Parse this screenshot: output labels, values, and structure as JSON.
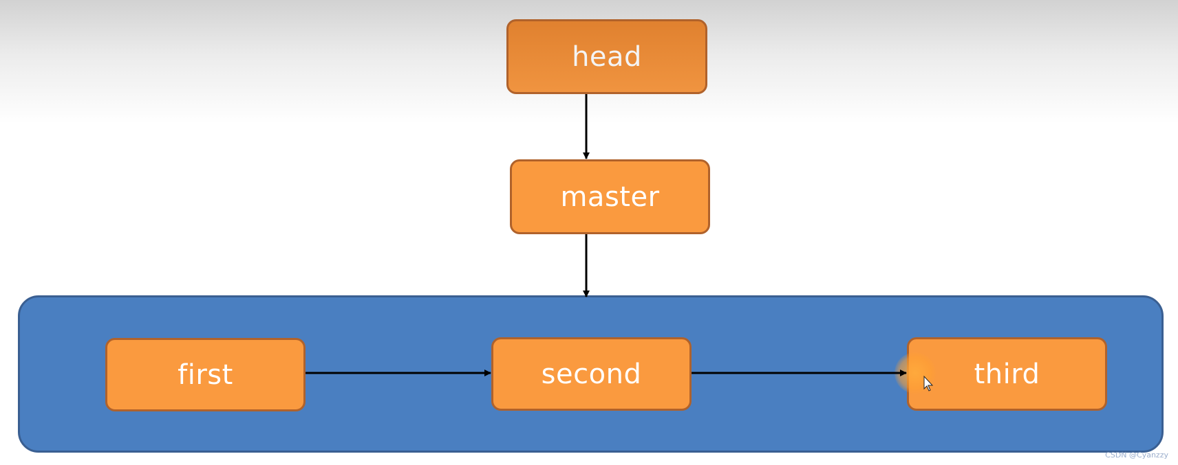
{
  "nodes": {
    "head": "head",
    "master": "master",
    "first": "first",
    "second": "second",
    "third": "third"
  },
  "watermark": "CSDN @Cyanzzy",
  "colors": {
    "node_fill": "#fa9a3f",
    "node_border": "#b0622b",
    "container_fill": "#4a7fc1",
    "arrow": "#000000"
  }
}
